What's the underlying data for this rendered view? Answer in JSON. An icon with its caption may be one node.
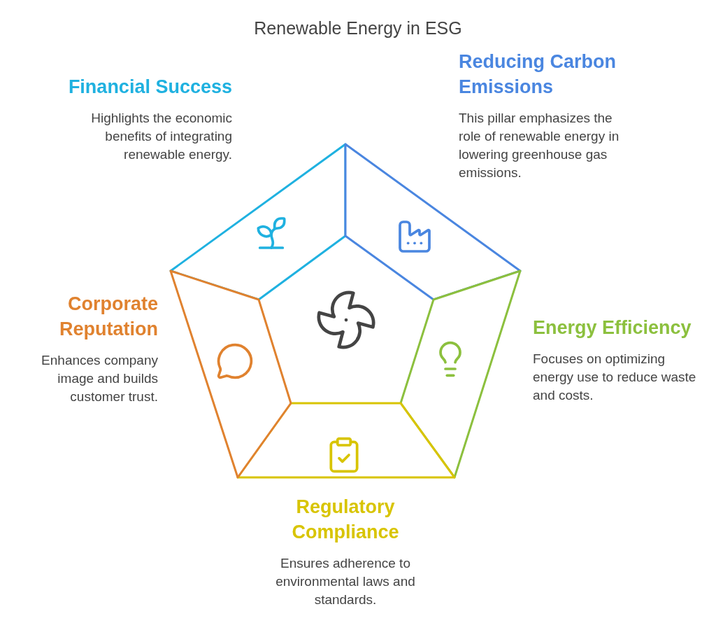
{
  "diagram": {
    "title": "Renewable Energy in ESG",
    "nodes": [
      {
        "text": [
          "Financial Success",
          "Highlights the economic benefits of integrating renewable energy."
        ]
      },
      {
        "text": [
          "Reducing Carbon Emissions",
          "This pillar emphasizes the role of renewable energy in lowering greenhouse gas emissions."
        ]
      },
      {
        "text": [
          "Energy Efficiency",
          "Focuses on optimizing energy use to reduce waste and costs."
        ]
      },
      {
        "text": [
          "Regulatory Compliance",
          "Ensures adherence to environmental laws and standards."
        ]
      },
      {
        "text": [
          "Corporate Reputation",
          "Enhances company image and builds customer trust."
        ]
      }
    ],
    "edges": []
  }
}
